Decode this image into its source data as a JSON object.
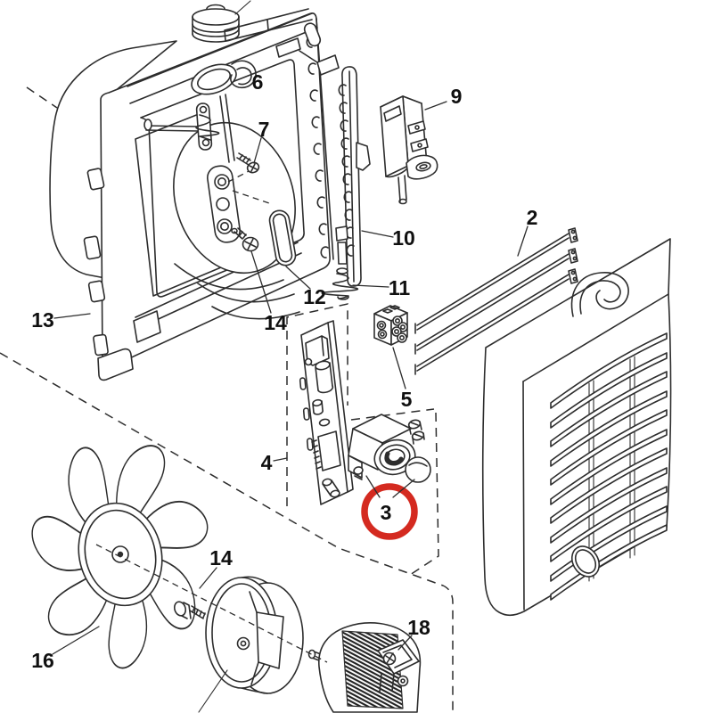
{
  "diagram": {
    "kind": "exploded parts diagram - ventilation fan unit",
    "background_color": "#ffffff",
    "line_color": "#2d2d2d",
    "highlight": {
      "part": "3",
      "color": "#d42a20"
    },
    "labels": [
      {
        "text": "2"
      },
      {
        "text": "3"
      },
      {
        "text": "4"
      },
      {
        "text": "5"
      },
      {
        "text": "6"
      },
      {
        "text": "7"
      },
      {
        "text": "9"
      },
      {
        "text": "10"
      },
      {
        "text": "11"
      },
      {
        "text": "12"
      },
      {
        "text": "13"
      },
      {
        "text": "14"
      },
      {
        "text": "14"
      },
      {
        "text": "16"
      },
      {
        "text": "18"
      }
    ]
  }
}
